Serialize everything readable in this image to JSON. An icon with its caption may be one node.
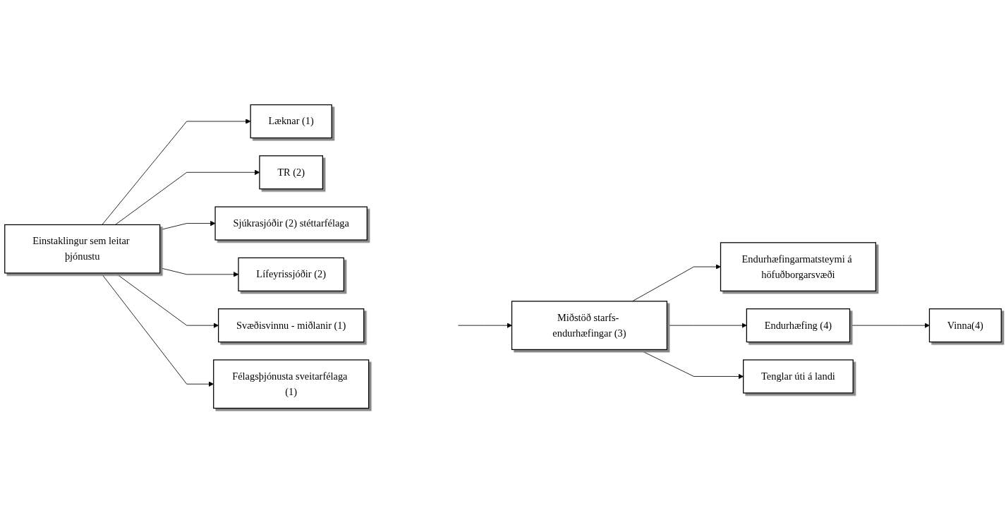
{
  "diagram": {
    "nodes": [
      {
        "text": [
          "Einstaklingur sem leitar þjónustu"
        ]
      },
      {
        "text": [
          "Læknar (1)"
        ]
      },
      {
        "text": [
          "TR (2)"
        ]
      },
      {
        "text": [
          "Sjúkrasjóðir (2) stéttarfélaga"
        ]
      },
      {
        "text": [
          "Lífeyrissjóðir (2)"
        ]
      },
      {
        "text": [
          "Svæðisvinnu - miðlanir (1)"
        ]
      },
      {
        "text": [
          "Félagsþjónusta sveitarfélaga (1)"
        ]
      },
      {
        "text": [
          "Endurhæfingarmatsteymi á höfuðborgarsvæði"
        ]
      },
      {
        "text": [
          "Miðstöð starfs- endurhæfingar (3)"
        ]
      },
      {
        "text": [
          "Endurhæfing (4)"
        ]
      },
      {
        "text": [
          "Tenglar úti á landi"
        ]
      },
      {
        "text": [
          "Vinna(4)"
        ]
      }
    ],
    "edges": [
      {
        "from": 0,
        "to": 1,
        "arrow": "to"
      },
      {
        "from": 0,
        "to": 2,
        "arrow": "to"
      },
      {
        "from": 0,
        "to": 3,
        "arrow": "to"
      },
      {
        "from": 0,
        "to": 4,
        "arrow": "to"
      },
      {
        "from": 0,
        "to": 5,
        "arrow": "to"
      },
      {
        "from": 0,
        "to": 6,
        "arrow": "to"
      },
      {
        "from": null,
        "to": 8,
        "arrow": "to"
      },
      {
        "from": 8,
        "to": 7,
        "arrow": "to"
      },
      {
        "from": 8,
        "to": 9,
        "arrow": "to"
      },
      {
        "from": 8,
        "to": 10,
        "arrow": "to"
      },
      {
        "from": 9,
        "to": 11,
        "arrow": "to"
      }
    ]
  }
}
